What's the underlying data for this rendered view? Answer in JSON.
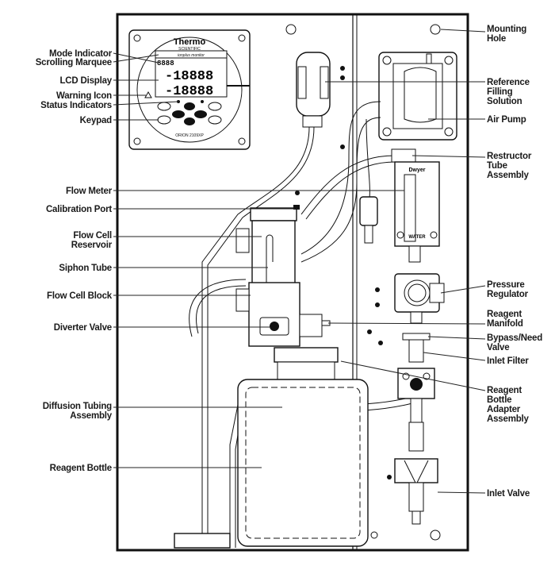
{
  "monitor": {
    "brand": "Thermo",
    "brand_sub": "SCIENTIFIC",
    "marquee": "ionplus monitor",
    "digits_small": "8888",
    "digits_1": "-18888",
    "digits_2": "-18888",
    "model": "ORION 2109XP"
  },
  "flow_meter": {
    "brand": "Dwyer",
    "units": "WATER"
  },
  "labels_left": {
    "mode_indicator": "Mode Indicator",
    "scrolling_marquee": "Scrolling Marquee",
    "lcd_display": "LCD Display",
    "warning_icon": "Warning Icon",
    "status_indicators": "Status Indicators",
    "keypad": "Keypad",
    "flow_meter": "Flow Meter",
    "calibration_port": "Calibration Port",
    "flow_cell_reservoir": [
      "Flow Cell",
      "Reservoir"
    ],
    "siphon_tube": "Siphon Tube",
    "flow_cell_block": "Flow Cell Block",
    "diverter_valve": "Diverter Valve",
    "diffusion_tubing_assembly": [
      "Diffusion Tubing",
      "Assembly"
    ],
    "reagent_bottle": "Reagent Bottle"
  },
  "labels_right": {
    "mounting_hole": [
      "Mounting",
      "Hole"
    ],
    "reference_filling_solution": [
      "Reference",
      "Filling",
      "Solution"
    ],
    "air_pump": "Air Pump",
    "restructor_tube_assembly": [
      "Restructor",
      "Tube",
      "Assembly"
    ],
    "pressure_regulator": [
      "Pressure",
      "Regulator"
    ],
    "reagent_manifold": [
      "Reagent",
      "Manifold"
    ],
    "bypass_valve": [
      "Bypass/Need",
      "Valve"
    ],
    "inlet_filter": "Inlet Filter",
    "reagent_bottle_adapter_assembly": [
      "Reagent",
      "Bottle",
      "Adapter",
      "Assembly"
    ],
    "inlet_valve": "Inlet Valve"
  }
}
